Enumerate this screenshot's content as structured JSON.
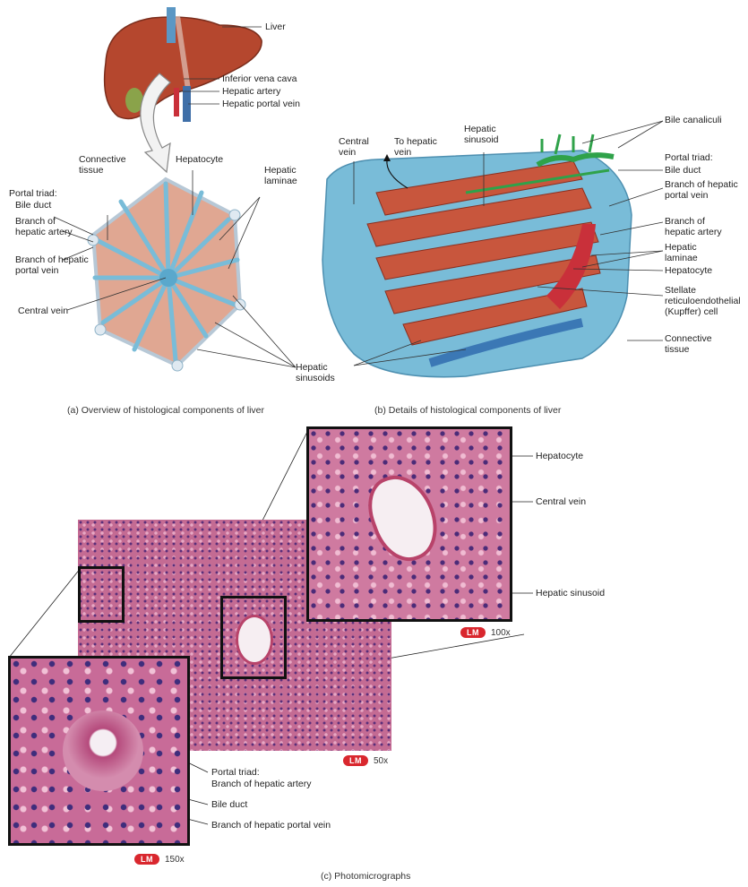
{
  "panel_a": {
    "caption": "(a) Overview of histological components of liver",
    "labels": {
      "liver": "Liver",
      "ivc": "Inferior vena cava",
      "hepatic_artery": "Hepatic artery",
      "portal_vein": "Hepatic portal vein",
      "connective_tissue": "Connective tissue",
      "hepatocyte": "Hepatocyte",
      "hepatic_laminae": "Hepatic laminae",
      "portal_triad": "Portal triad:",
      "bile_duct": "Bile duct",
      "branch_artery": "Branch of hepatic artery",
      "branch_portal": "Branch of hepatic portal vein",
      "central_vein": "Central vein",
      "sinusoids": "Hepatic sinusoids"
    }
  },
  "panel_b": {
    "caption": "(b) Details of histological components of liver",
    "labels": {
      "central_vein": "Central vein",
      "to_hepatic_vein": "To hepatic vein",
      "hepatic_sinusoid": "Hepatic sinusoid",
      "bile_canaliculi": "Bile canaliculi",
      "portal_triad": "Portal triad:",
      "bile_duct": "Bile duct",
      "branch_portal": "Branch of hepatic portal vein",
      "branch_artery": "Branch of hepatic artery",
      "hepatic_laminae": "Hepatic laminae",
      "hepatocyte": "Hepatocyte",
      "stellate": "Stellate reticuloendothelial (Kupffer) cell",
      "connective_tissue": "Connective tissue"
    }
  },
  "panel_c": {
    "caption": "(c) Photomicrographs",
    "lm_label": "LM",
    "mag_100": "100x",
    "mag_50": "50x",
    "mag_150": "150x",
    "labels": {
      "hepatocyte": "Hepatocyte",
      "central_vein": "Central vein",
      "hepatic_sinusoid": "Hepatic sinusoid",
      "portal_triad": "Portal triad:",
      "branch_artery": "Branch of hepatic artery",
      "bile_duct": "Bile duct",
      "branch_portal": "Branch of hepatic portal vein"
    }
  },
  "colors": {
    "liver": "#b5472e",
    "vein_blue": "#79bcd8",
    "hepatocyte_pink": "#e0a792",
    "tissue_pink": "#c8648f",
    "bile_green": "#2fa24a",
    "artery_red": "#c9303a"
  }
}
